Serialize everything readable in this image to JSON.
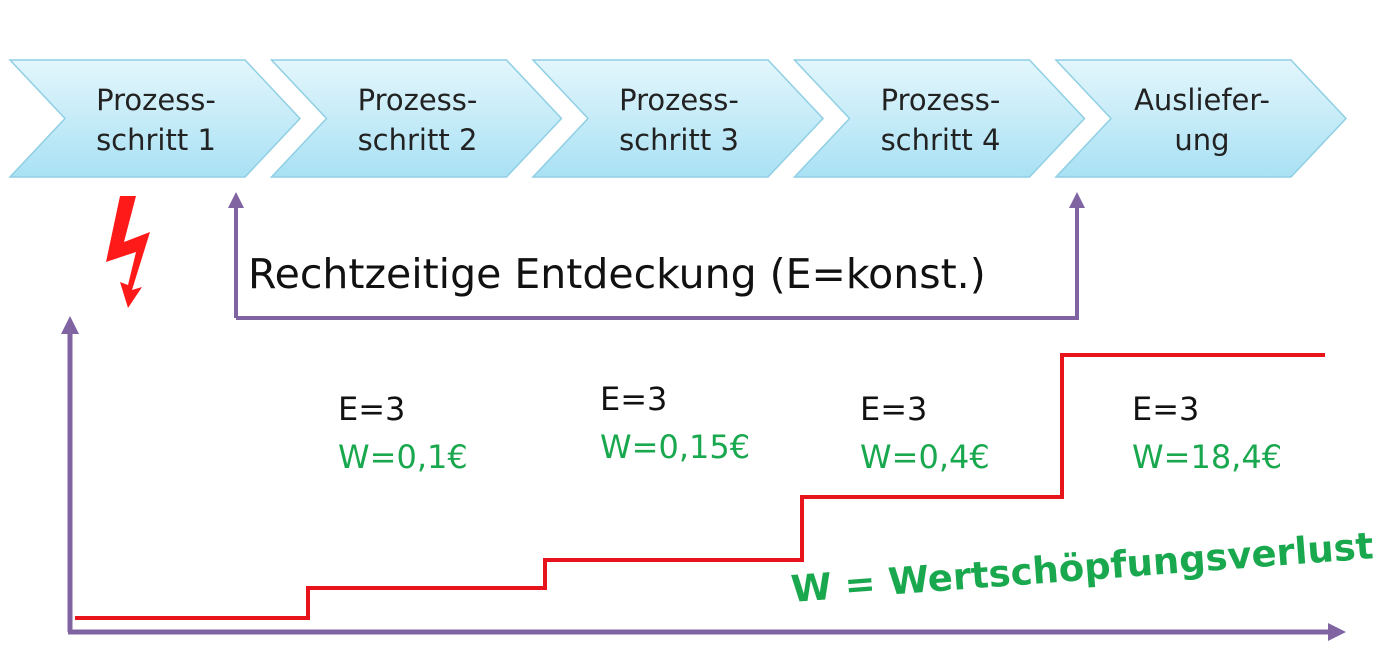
{
  "steps": [
    {
      "line1": "Prozess-",
      "line2": "schritt 1"
    },
    {
      "line1": "Prozess-",
      "line2": "schritt 2"
    },
    {
      "line1": "Prozess-",
      "line2": "schritt 3"
    },
    {
      "line1": "Prozess-",
      "line2": "schritt 4"
    },
    {
      "line1": "Auslief­er-",
      "line2": "ung"
    }
  ],
  "detection_label": "Rechtzeitige Entdeckung (E=konst.)",
  "stages": [
    {
      "e": "E=3",
      "w": "W=0,1€"
    },
    {
      "e": "E=3",
      "w": "W=0,15€"
    },
    {
      "e": "E=3",
      "w": "W=0,4€"
    },
    {
      "e": "E=3",
      "w": "W=18,4€"
    }
  ],
  "loss_label": "W = Wertschöpfungsverlust",
  "colors": {
    "chevron": "#bfe9f7",
    "axis": "#8064a2",
    "step_line": "#e8141c",
    "green": "#1aa84f",
    "bolt": "#ff1a1a"
  }
}
